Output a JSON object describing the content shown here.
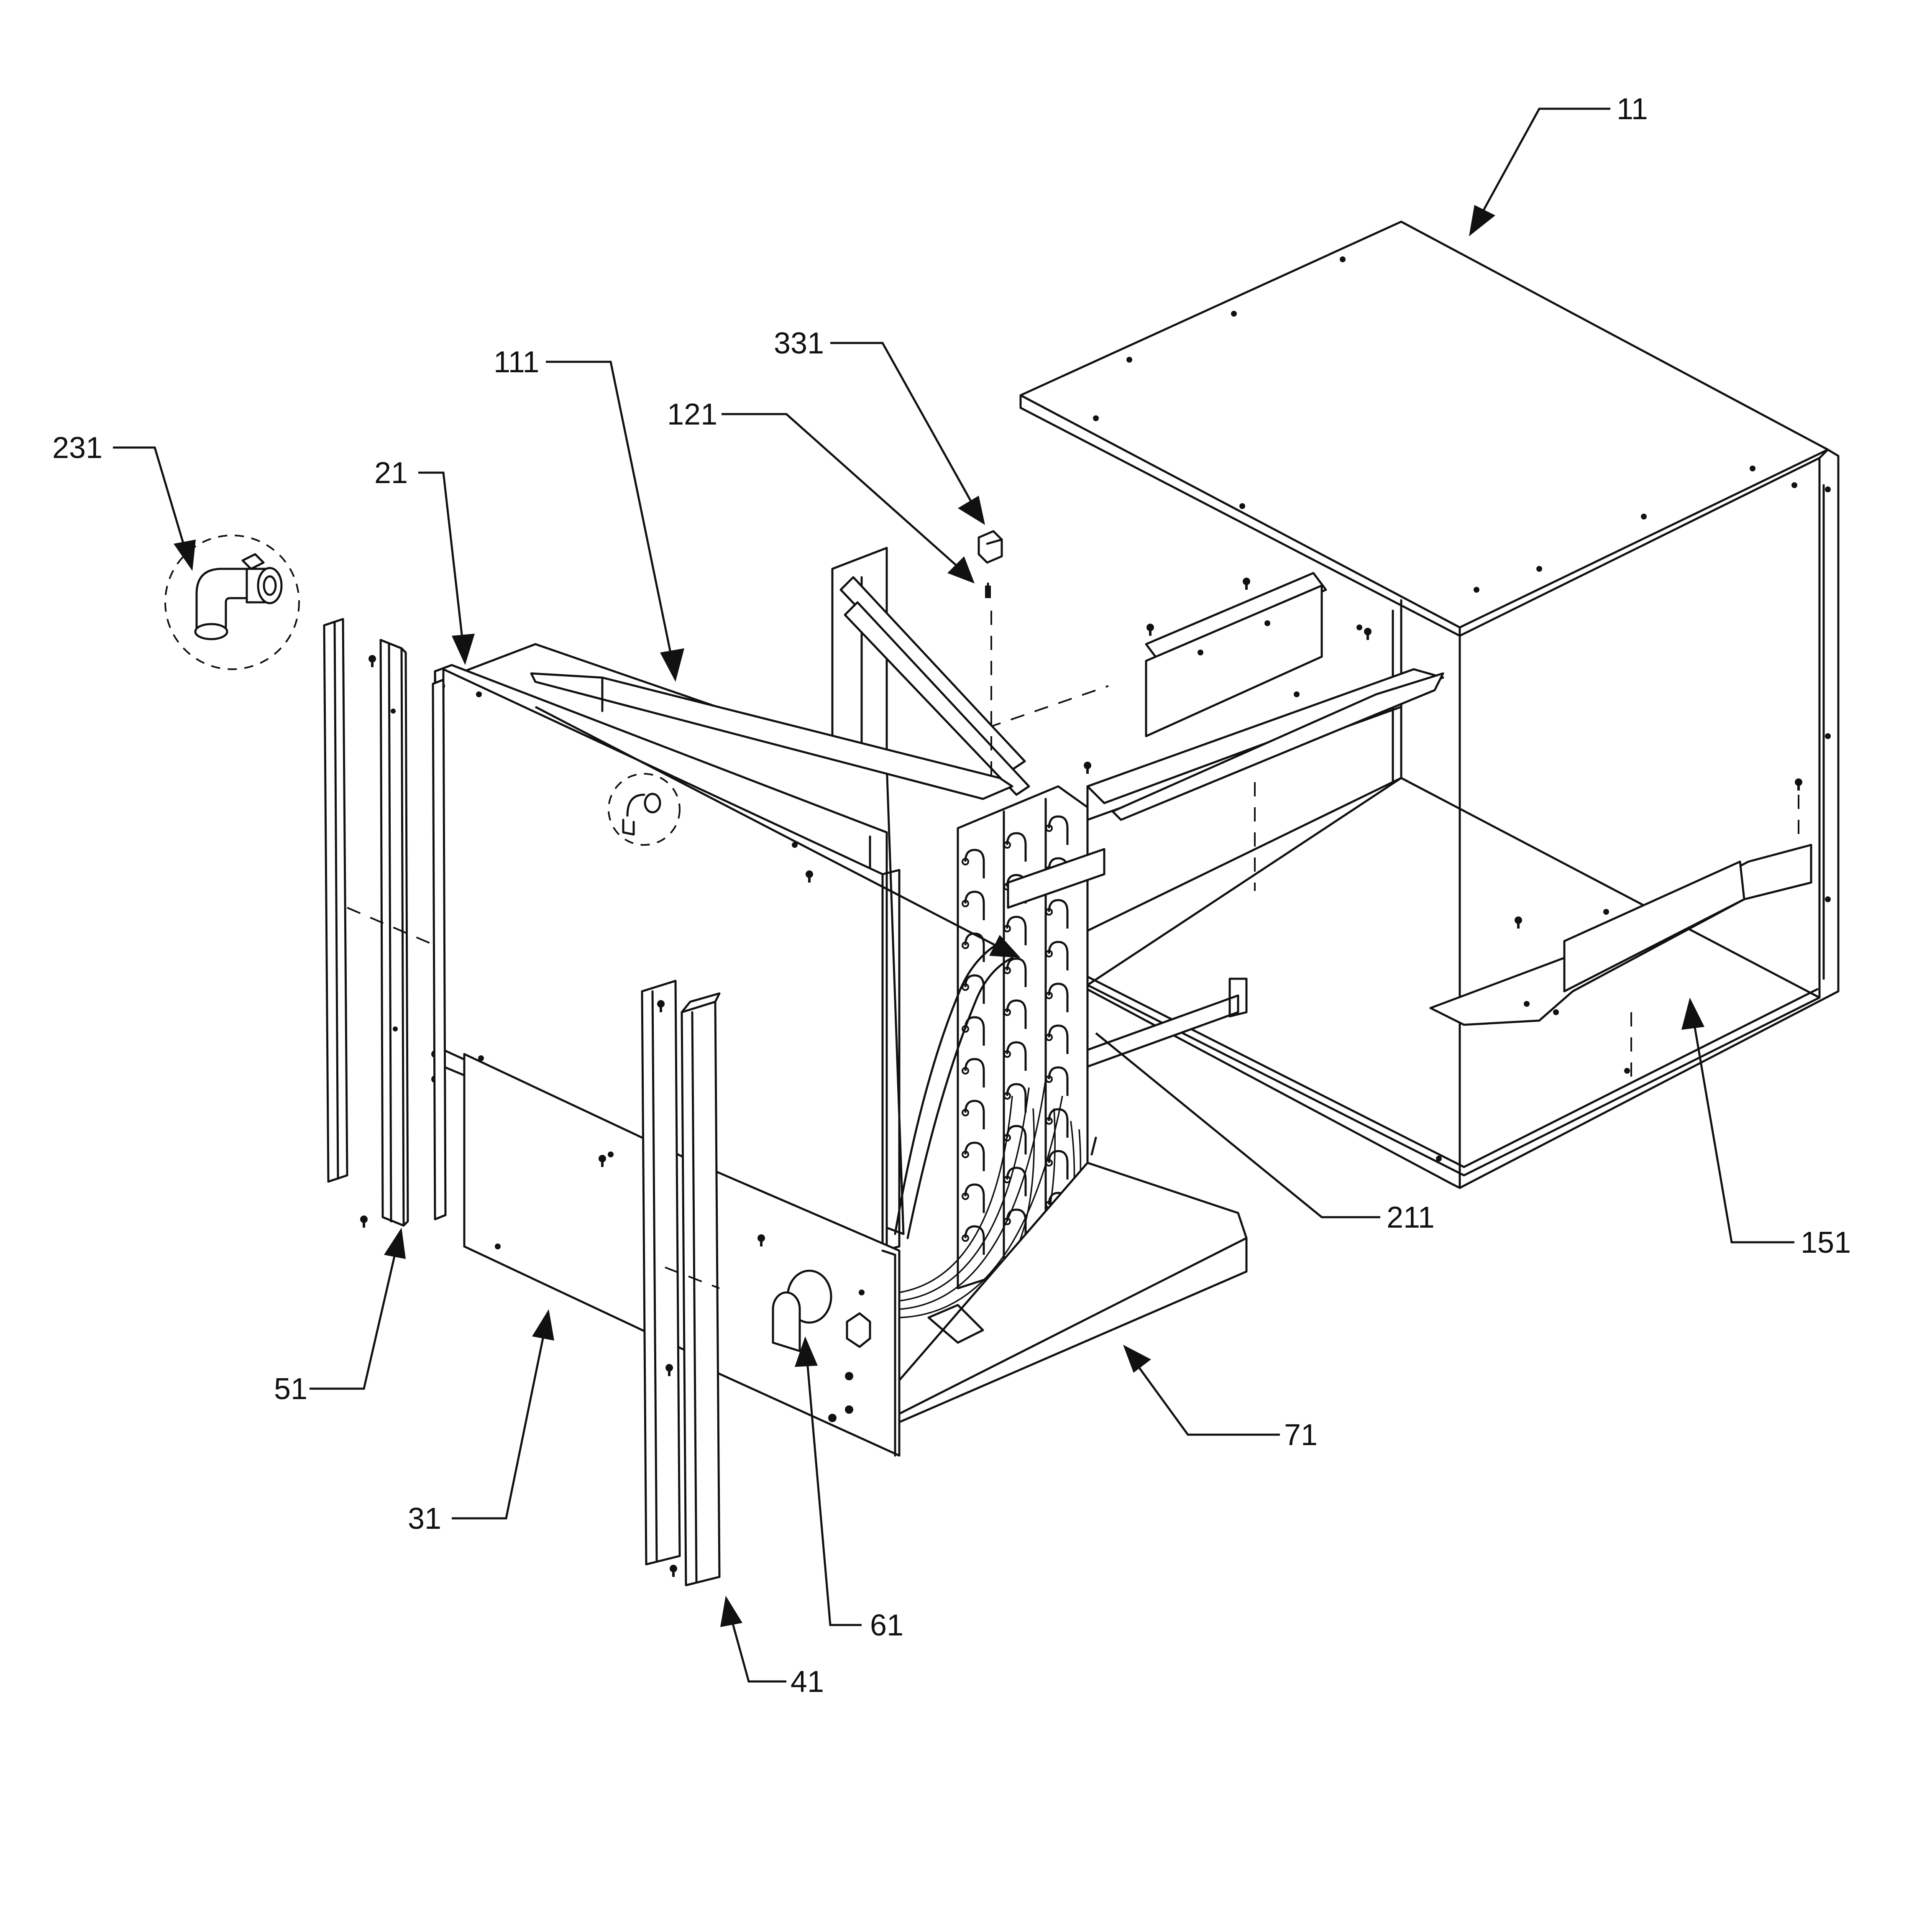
{
  "callouts": {
    "c11": "11",
    "c111": "111",
    "c331": "331",
    "c121": "121",
    "c231": "231",
    "c21": "21",
    "c211": "211",
    "c151": "151",
    "c51": "51",
    "c71": "71",
    "c31": "31",
    "c61": "61",
    "c41": "41"
  }
}
